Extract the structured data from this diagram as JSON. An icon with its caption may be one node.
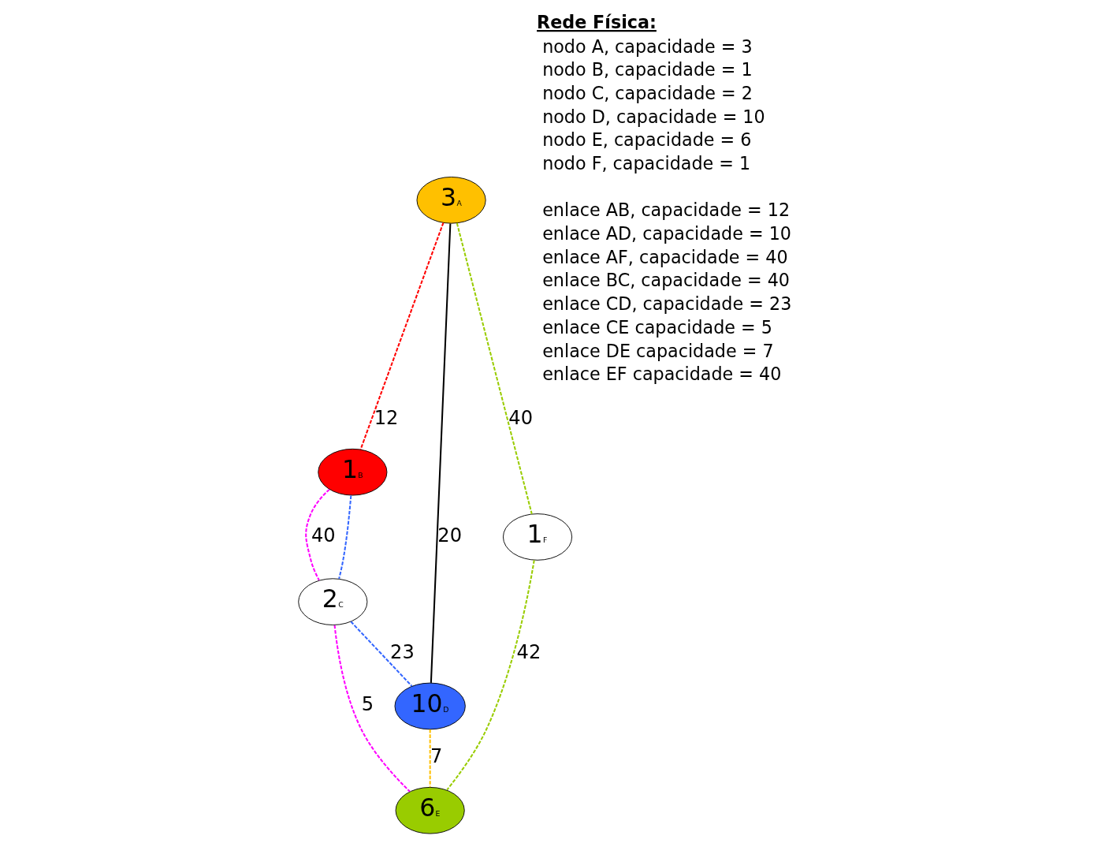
{
  "diagram": {
    "nodes": [
      {
        "text": [
          "3",
          "A"
        ]
      },
      {
        "text": [
          "1",
          "B"
        ]
      },
      {
        "text": [
          "10",
          "D"
        ]
      },
      {
        "text": [
          "1",
          "F"
        ]
      },
      {
        "text": [
          "2",
          "C"
        ]
      },
      {
        "text": [
          "6",
          "E"
        ]
      }
    ],
    "edges": [
      {
        "from": 0,
        "to": 1,
        "arrow": "none",
        "label": "12",
        "style": "dashed",
        "color": "#ff0000"
      },
      {
        "from": 0,
        "to": 2,
        "arrow": "none",
        "label": "20",
        "color": "#000000"
      },
      {
        "from": 0,
        "to": 3,
        "arrow": "none",
        "label": "40",
        "style": "dashed",
        "color": "#99cc00"
      },
      {
        "from": 1,
        "to": 4,
        "arrow": "none",
        "label": "40",
        "style": "dashed",
        "color": "#ff00ff"
      },
      {
        "from": 1,
        "to": 4,
        "arrow": "none",
        "style": "dashed",
        "color": "#3366ff"
      },
      {
        "from": 4,
        "to": 2,
        "arrow": "none",
        "label": "23",
        "style": "dashed",
        "color": "#3366ff"
      },
      {
        "from": 2,
        "to": 5,
        "arrow": "none",
        "label": "7",
        "style": "dashed",
        "color": "#ffc000"
      },
      {
        "from": 4,
        "to": 5,
        "arrow": "none",
        "label": "5",
        "style": "dashed",
        "color": "#ff00ff"
      },
      {
        "from": 3,
        "to": 5,
        "arrow": "none",
        "label": "42",
        "style": "dashed",
        "color": "#99cc00"
      }
    ],
    "labels": [
      "Rede Física:",
      "nodo A, capacidade = 3",
      "nodo B, capacidade = 1",
      "nodo C, capacidade = 2",
      "nodo D, capacidade = 10",
      "nodo E, capacidade = 6",
      "nodo F, capacidade = 1",
      "enlace AB, capacidade = 12",
      "enlace AD, capacidade = 10",
      "enlace AF, capacidade = 40",
      "enlace BC, capacidade = 40",
      "enlace CD, capacidade = 23",
      "enlace CE capacidade = 5",
      "enlace DE capacidade = 7",
      "enlace EF capacidade = 40"
    ]
  }
}
